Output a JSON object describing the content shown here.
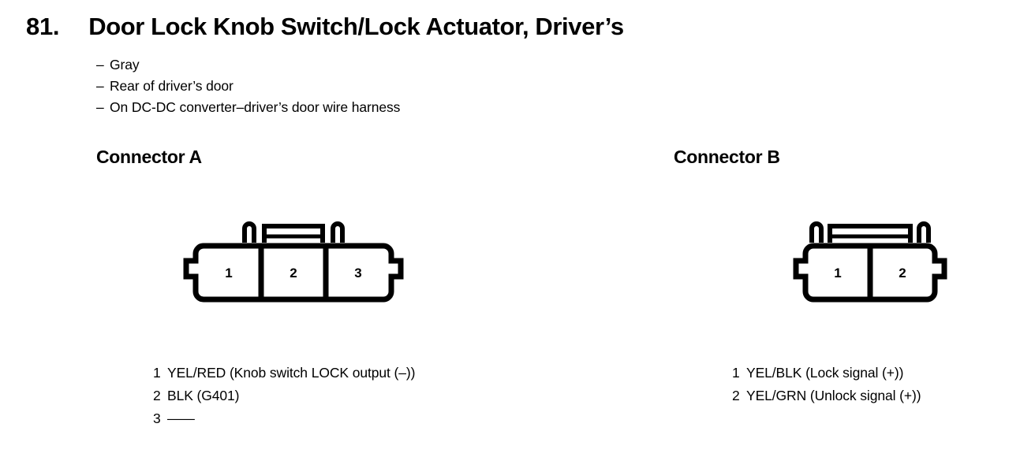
{
  "heading": {
    "number": "81.",
    "title": "Door Lock Knob Switch/Lock Actuator, Driver’s"
  },
  "notes": [
    {
      "dash": "–",
      "text": "Gray"
    },
    {
      "dash": "–",
      "text": "Rear of driver’s door"
    },
    {
      "dash": "–",
      "text": "On DC-DC converter–driver’s door wire harness"
    }
  ],
  "connectors": [
    {
      "heading": "Connector A",
      "cavities": [
        "1",
        "2",
        "3"
      ],
      "pins": [
        {
          "num": "1",
          "desc": "YEL/RED (Knob switch LOCK output (–))"
        },
        {
          "num": "2",
          "desc": "BLK (G401)"
        },
        {
          "num": "3",
          "desc": "——"
        }
      ]
    },
    {
      "heading": "Connector B",
      "cavities": [
        "1",
        "2"
      ],
      "pins": [
        {
          "num": "1",
          "desc": "YEL/BLK (Lock signal (+))"
        },
        {
          "num": "2",
          "desc": "YEL/GRN (Unlock signal (+))"
        }
      ]
    }
  ],
  "colors": {
    "ink": "#000000",
    "paper": "#ffffff"
  }
}
